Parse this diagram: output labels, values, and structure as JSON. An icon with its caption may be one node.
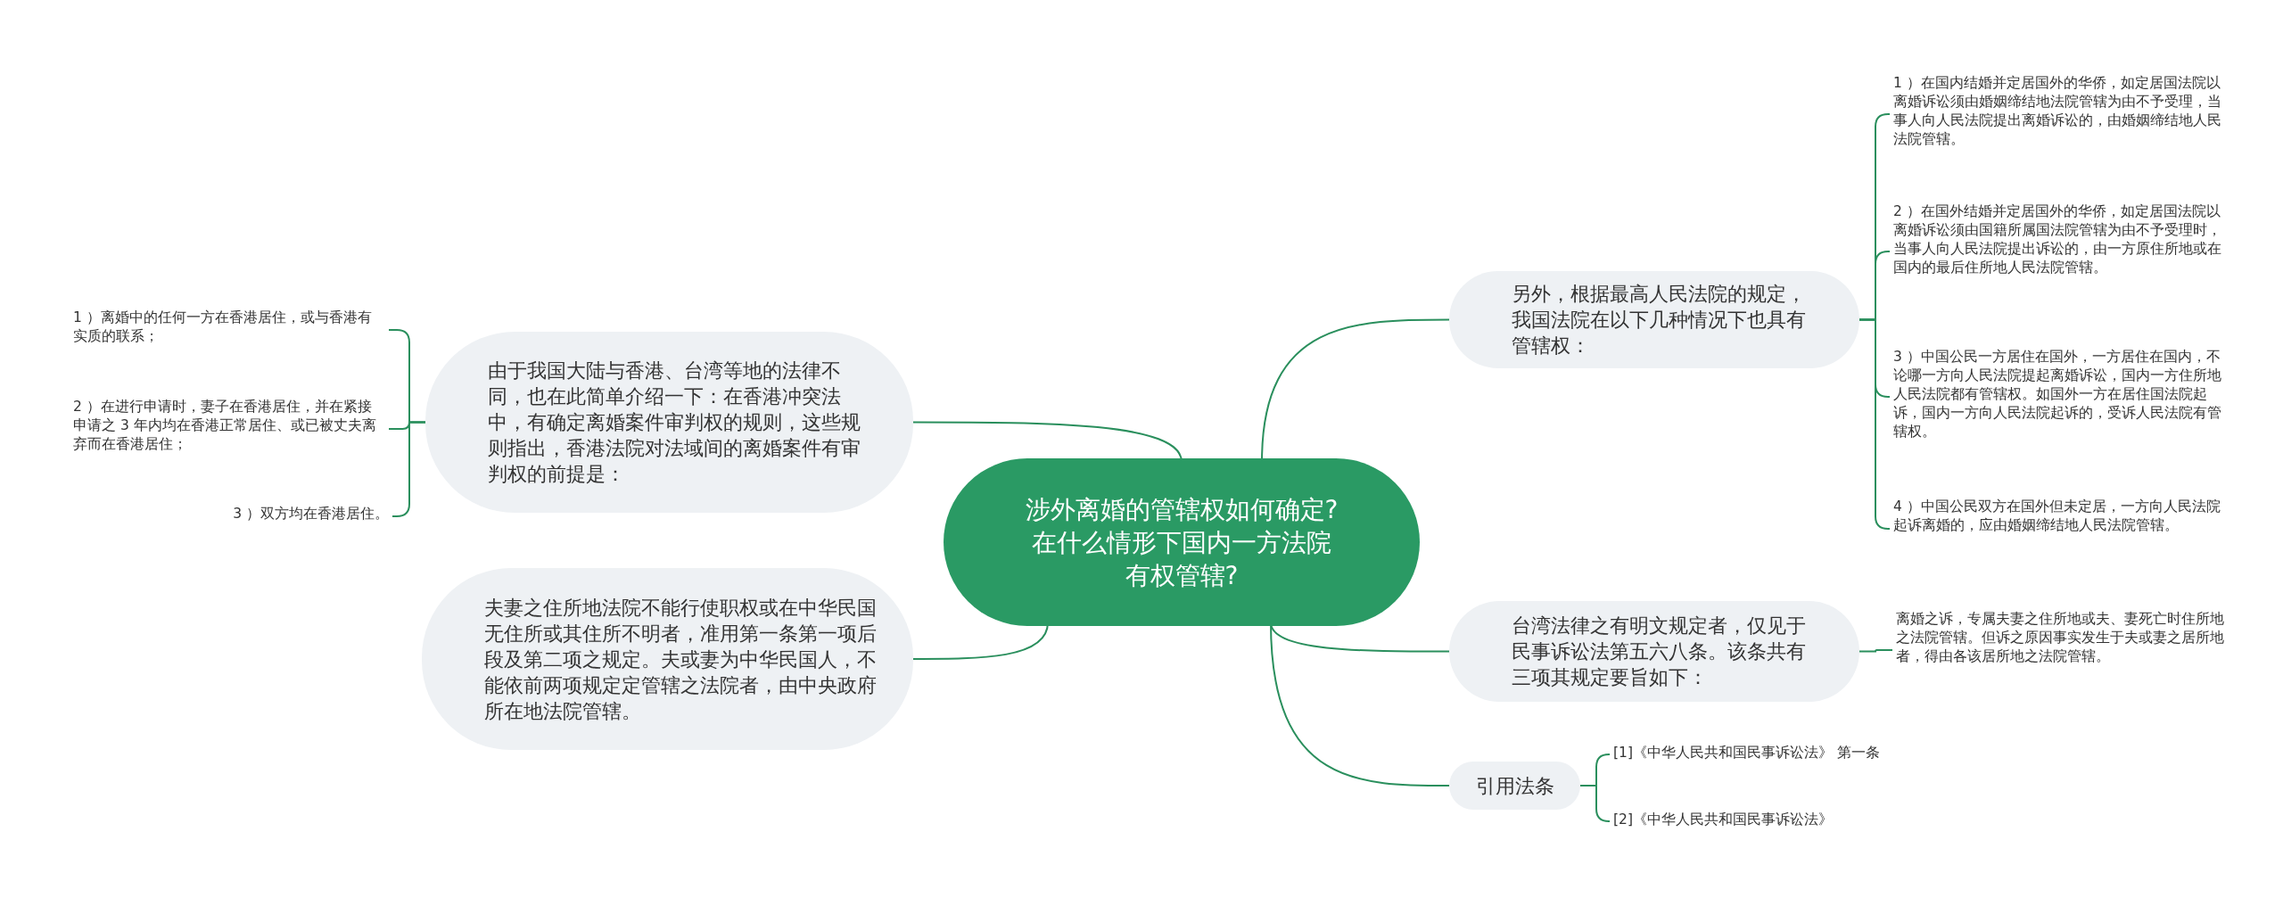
{
  "diagram": {
    "nodes": [
      {
        "text": [
          "涉外离婚的管辖权如何确定? 在什么情形下国内一方法院有权管辖?"
        ]
      },
      {
        "text": [
          "由于我国大陆与香港、台湾等地的法律不同，也在此简单介绍一下：在香港冲突法中，有确定离婚案件审判权的规则，这些规则指出，香港法院对法域间的离婚案件有审判权的前提是："
        ]
      },
      {
        "text": [
          "夫妻之住所地法院不能行使职权或在中华民国无住所或其住所不明者，准用第一条第一项后段及第二项之规定。夫或妻为中华民国人，不能依前两项规定定管辖之法院者，由中央政府所在地法院管辖。"
        ]
      },
      {
        "text": [
          "1 ）离婚中的任何一方在香港居住，或与香港有实质的联系；"
        ]
      },
      {
        "text": [
          "2 ）在进行申请时，妻子在香港居住，并在紧接申请之 3 年内均在香港正常居住、或已被丈夫离弃而在香港居住；"
        ]
      },
      {
        "text": [
          "3 ）双方均在香港居住。"
        ]
      },
      {
        "text": [
          "另外，根据最高人民法院的规定，我国法院在以下几种情况下也具有管辖权："
        ]
      },
      {
        "text": [
          "台湾法律之有明文规定者，仅见于民事诉讼法第五六八条。该条共有三项其规定要旨如下："
        ]
      },
      {
        "text": [
          "引用法条"
        ]
      },
      {
        "text": [
          "1 ）在国内结婚并定居国外的华侨，如定居国法院以离婚诉讼须由婚姻缔结地法院管辖为由不予受理，当事人向人民法院提出离婚诉讼的，由婚姻缔结地人民法院管辖。"
        ]
      },
      {
        "text": [
          "2 ）在国外结婚并定居国外的华侨，如定居国法院以离婚诉讼须由国籍所属国法院管辖为由不予受理时，当事人向人民法院提出诉讼的，由一方原住所地或在国内的最后住所地人民法院管辖。"
        ]
      },
      {
        "text": [
          "3 ）中国公民一方居住在国外，一方居住在国内，不论哪一方向人民法院提起离婚诉讼，国内一方住所地人民法院都有管辖权。如国外一方在居住国法院起诉，国内一方向人民法院起诉的，受诉人民法院有管辖权。"
        ]
      },
      {
        "text": [
          "4 ）中国公民双方在国外但未定居，一方向人民法院起诉离婚的，应由婚姻缔结地人民法院管辖。"
        ]
      },
      {
        "text": [
          "离婚之诉，专属夫妻之住所地或夫、妻死亡时住所地之法院管辖。但诉之原因事实发生于夫或妻之居所地者，得由各该居所地之法院管辖。"
        ]
      },
      {
        "text": [
          "[1]《中华人民共和国民事诉讼法》 第一条"
        ]
      },
      {
        "text": [
          "[2]《中华人民共和国民事诉讼法》"
        ]
      }
    ],
    "edges": [
      {
        "from": 0,
        "to": 1,
        "arrow": "none"
      },
      {
        "from": 0,
        "to": 2,
        "arrow": "none"
      },
      {
        "from": 0,
        "to": 6,
        "arrow": "none"
      },
      {
        "from": 0,
        "to": 7,
        "arrow": "none"
      },
      {
        "from": 0,
        "to": 8,
        "arrow": "none"
      },
      {
        "from": 1,
        "to": 3,
        "arrow": "none"
      },
      {
        "from": 1,
        "to": 4,
        "arrow": "none"
      },
      {
        "from": 1,
        "to": 5,
        "arrow": "none"
      },
      {
        "from": 6,
        "to": 9,
        "arrow": "none"
      },
      {
        "from": 6,
        "to": 10,
        "arrow": "none"
      },
      {
        "from": 6,
        "to": 11,
        "arrow": "none"
      },
      {
        "from": 6,
        "to": 12,
        "arrow": "none"
      },
      {
        "from": 7,
        "to": 13,
        "arrow": "none"
      },
      {
        "from": 8,
        "to": 14,
        "arrow": "none"
      },
      {
        "from": 8,
        "to": 15,
        "arrow": "none"
      }
    ]
  }
}
